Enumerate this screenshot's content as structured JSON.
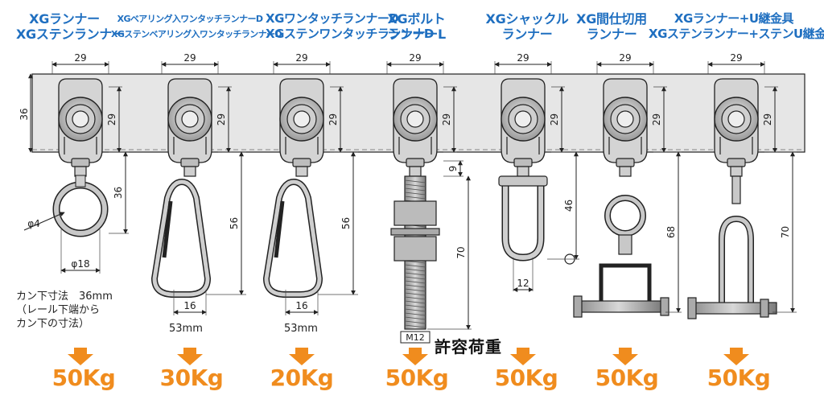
{
  "products": [
    {
      "title": [
        "XGランナー",
        "XGステンランナー"
      ],
      "load": "50Kg"
    },
    {
      "title": [
        "XGベアリング入ワンタッチランナーD",
        "XGステンベアリング入ワンタッチランナーD"
      ],
      "load": "30Kg",
      "under": "53mm"
    },
    {
      "title": [
        "XGワンタッチランナーD",
        "XGステンワンタッチランナーD"
      ],
      "load": "20Kg",
      "under": "53mm"
    },
    {
      "title": [
        "XGボルト",
        "ランナーL"
      ],
      "load": "50Kg"
    },
    {
      "title": [
        "XGシャックル",
        "ランナー"
      ],
      "load": "50Kg"
    },
    {
      "title": [
        "XG間仕切用",
        "ランナー"
      ],
      "load": "50Kg"
    },
    {
      "title": [
        "XGランナー+U継金具",
        "XGステンランナー+ステンU継金具"
      ],
      "load": "50Kg"
    }
  ],
  "rail_height": "36",
  "dims": {
    "width": "29",
    "height": "29",
    "ring_drop": "36",
    "ring_phi": "φ4",
    "ring_dia": "φ18",
    "hook_len": "56",
    "hook_w": "16",
    "bolt_nut": "9",
    "bolt_len": "70",
    "bolt_thread": "M12",
    "shackle_len": "46",
    "shackle_w": "12",
    "partition_len": "68",
    "u_len": "70"
  },
  "note": [
    "カン下寸法　36mm",
    "（レール下端から",
    "カン下の寸法）"
  ],
  "allowable_load_label": "許容荷重",
  "colors": {
    "title": "#1f6fc0",
    "load": "#f08c1e",
    "rail": "#e5e5e5",
    "metal": "#c8c8c8"
  }
}
